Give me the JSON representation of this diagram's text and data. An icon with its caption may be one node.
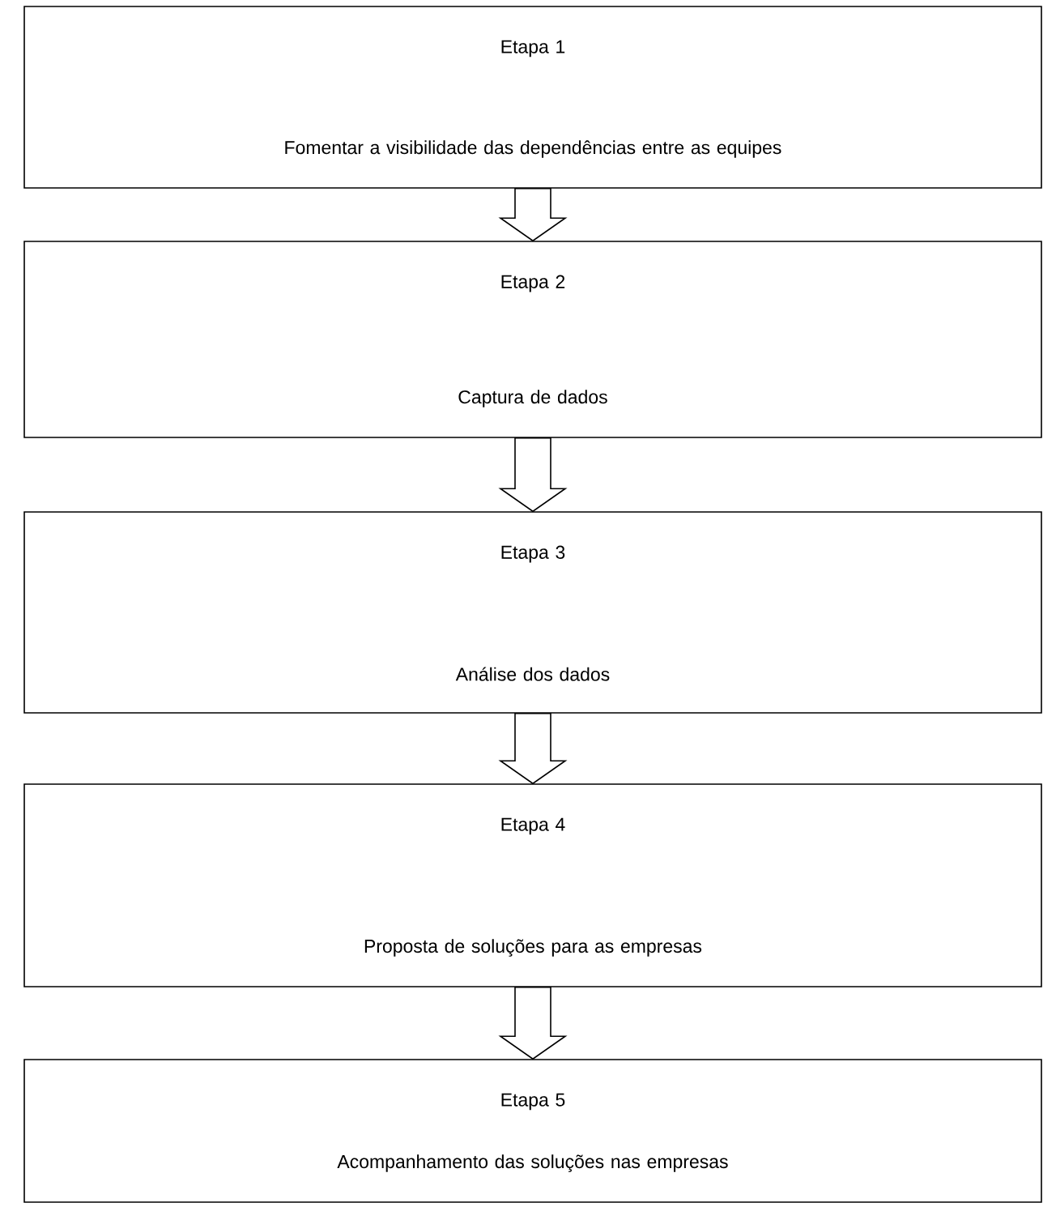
{
  "diagram": {
    "nodes": [
      {
        "text": [
          "Etapa 1",
          "Fomentar a visibilidade das dependências entre as equipes"
        ]
      },
      {
        "text": [
          "Etapa 2",
          "Captura de dados"
        ]
      },
      {
        "text": [
          "Etapa 3",
          "Análise dos dados"
        ]
      },
      {
        "text": [
          "Etapa 4",
          "Proposta de soluções para as empresas"
        ]
      },
      {
        "text": [
          "Etapa 5",
          "Acompanhamento das soluções nas empresas"
        ]
      }
    ],
    "edges": [
      {
        "from": 0,
        "to": 1,
        "arrow": "to"
      },
      {
        "from": 1,
        "to": 2,
        "arrow": "to"
      },
      {
        "from": 2,
        "to": 3,
        "arrow": "to"
      },
      {
        "from": 3,
        "to": 4,
        "arrow": "to"
      }
    ]
  }
}
